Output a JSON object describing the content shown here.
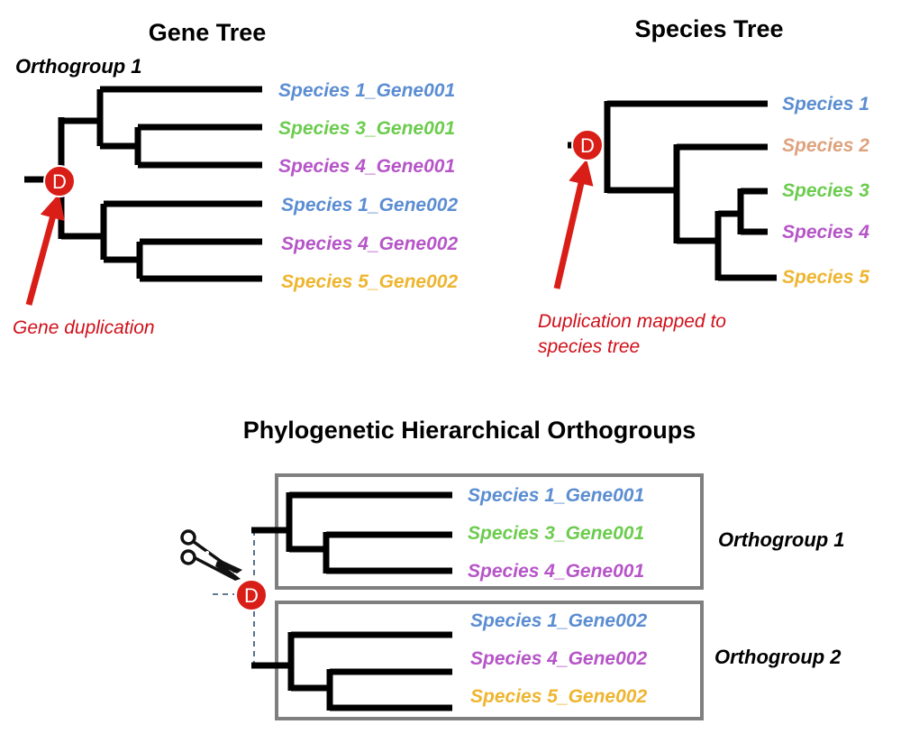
{
  "colors": {
    "species_1": "#5b8dd2",
    "species_2": "#dea27e",
    "species_3": "#6ccc4e",
    "species_4": "#b655c8",
    "species_5": "#eeb52f",
    "duplication": "#d91e18",
    "box": "#7f7f7f"
  },
  "gene_tree": {
    "title": "Gene Tree",
    "orthogroup_label": "Orthogroup 1",
    "duplication_marker": "D",
    "annotation": "Gene duplication",
    "leaves": [
      {
        "label": "Species 1_Gene001",
        "species": "species_1"
      },
      {
        "label": "Species 3_Gene001",
        "species": "species_3"
      },
      {
        "label": "Species 4_Gene001",
        "species": "species_4"
      },
      {
        "label": "Species 1_Gene002",
        "species": "species_1"
      },
      {
        "label": "Species 4_Gene002",
        "species": "species_4"
      },
      {
        "label": "Species 5_Gene002",
        "species": "species_5"
      }
    ]
  },
  "species_tree": {
    "title": "Species Tree",
    "duplication_marker": "D",
    "annotation_lines": [
      "Duplication mapped to",
      "species tree"
    ],
    "leaves": [
      {
        "label": "Species 1",
        "species": "species_1"
      },
      {
        "label": "Species 2",
        "species": "species_2"
      },
      {
        "label": "Species 3",
        "species": "species_3"
      },
      {
        "label": "Species 4",
        "species": "species_4"
      },
      {
        "label": "Species 5",
        "species": "species_5"
      }
    ]
  },
  "hog": {
    "title": "Phylogenetic Hierarchical Orthogroups",
    "duplication_marker": "D",
    "icon": "scissors-icon",
    "groups": [
      {
        "label": "Orthogroup 1",
        "leaves": [
          {
            "label": "Species 1_Gene001",
            "species": "species_1"
          },
          {
            "label": "Species 3_Gene001",
            "species": "species_3"
          },
          {
            "label": "Species 4_Gene001",
            "species": "species_4"
          }
        ]
      },
      {
        "label": "Orthogroup 2",
        "leaves": [
          {
            "label": "Species 1_Gene002",
            "species": "species_1"
          },
          {
            "label": "Species 4_Gene002",
            "species": "species_4"
          },
          {
            "label": "Species 5_Gene002",
            "species": "species_5"
          }
        ]
      }
    ]
  }
}
